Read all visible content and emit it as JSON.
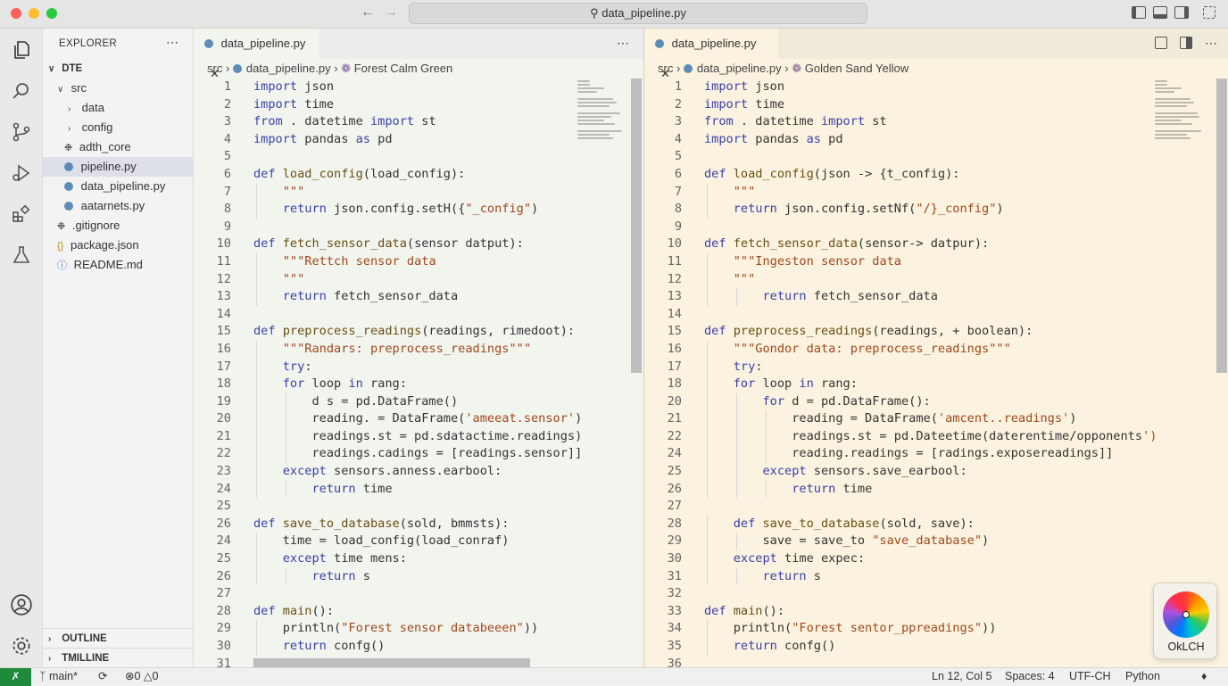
{
  "titlebar": {
    "search_text": "data_pipeline.py"
  },
  "sidebar": {
    "title": "EXPLORER",
    "root": "DTE",
    "items": [
      {
        "label": "src",
        "kind": "folder-open"
      },
      {
        "label": "data",
        "kind": "folder"
      },
      {
        "label": "config",
        "kind": "folder"
      },
      {
        "label": "adth_core",
        "kind": "file-gear"
      },
      {
        "label": "pipeline.py",
        "kind": "py"
      },
      {
        "label": "data_pipeline.py",
        "kind": "py"
      },
      {
        "label": "aatarnets.py",
        "kind": "py"
      },
      {
        "label": ".gitignore",
        "kind": "file-gear"
      },
      {
        "label": "package.json",
        "kind": "json"
      },
      {
        "label": "README.md",
        "kind": "info"
      }
    ],
    "outline": "OUTLINE",
    "timeline": "TMILLINE"
  },
  "editor_left": {
    "tab": "data_pipeline.py",
    "crumb_src": "src",
    "crumb_file": "data_pipeline.py",
    "crumb_theme": "Forest Calm Green",
    "lines": [
      {
        "n": "1",
        "t": "import json"
      },
      {
        "n": "2",
        "t": "import time"
      },
      {
        "n": "3",
        "t": "from . datetime import st"
      },
      {
        "n": "4",
        "t": "import pandas as pd"
      },
      {
        "n": "5",
        "t": ""
      },
      {
        "n": "6",
        "t": "def load_config(load_config):"
      },
      {
        "n": "7",
        "t": "    \"\"\""
      },
      {
        "n": "8",
        "t": "    return json.config.setH({\"_config\")"
      },
      {
        "n": "9",
        "t": ""
      },
      {
        "n": "10",
        "t": "def fetch_sensor_data(sensor datput):"
      },
      {
        "n": "11",
        "t": "    \"\"\"Rettch sensor data"
      },
      {
        "n": "12",
        "t": "    \"\"\""
      },
      {
        "n": "13",
        "t": "    return fetch_sensor_data"
      },
      {
        "n": "14",
        "t": ""
      },
      {
        "n": "15",
        "t": "def preprocess_readings(readings, rimedoot):"
      },
      {
        "n": "16",
        "t": "    \"\"\"Randars: preprocess_readings\"\"\""
      },
      {
        "n": "17",
        "t": "    try:"
      },
      {
        "n": "18",
        "t": "    for loop in rang:"
      },
      {
        "n": "19",
        "t": "        d s = pd.DataFrame()"
      },
      {
        "n": "20",
        "t": "        reading. = DataFrame('ameeat.sensor')"
      },
      {
        "n": "21",
        "t": "        readings.st = pd.sdatactime.readings)"
      },
      {
        "n": "22",
        "t": "        readings.cadings = [readings.sensor]]"
      },
      {
        "n": "23",
        "t": "    except sensors.anness.earbool:"
      },
      {
        "n": "24",
        "t": "        return time"
      },
      {
        "n": "25",
        "t": ""
      },
      {
        "n": "26",
        "t": "def save_to_database(sold, bmmsts):"
      },
      {
        "n": "24",
        "t": "    time = load_config(load_conraf)"
      },
      {
        "n": "25",
        "t": "    except time mens:"
      },
      {
        "n": "26",
        "t": "        return s"
      },
      {
        "n": "27",
        "t": ""
      },
      {
        "n": "28",
        "t": "def main():"
      },
      {
        "n": "29",
        "t": "    println(\"Forest sensor databeeen\"))"
      },
      {
        "n": "30",
        "t": "    return confg()"
      },
      {
        "n": "31",
        "t": ""
      }
    ]
  },
  "editor_right": {
    "tab": "data_pipeline.py",
    "crumb_src": "src",
    "crumb_file": "data_pipeline.py",
    "crumb_theme": "Golden Sand Yellow",
    "lines": [
      {
        "n": "1",
        "t": "import json"
      },
      {
        "n": "2",
        "t": "import time"
      },
      {
        "n": "3",
        "t": "from . datetime import st"
      },
      {
        "n": "4",
        "t": "import pandas as pd"
      },
      {
        "n": "5",
        "t": ""
      },
      {
        "n": "6",
        "t": "def load_config(json -> {t_config):"
      },
      {
        "n": "7",
        "t": "    \"\"\""
      },
      {
        "n": "8",
        "t": "    return json.config.setNf(\"/}_config\")"
      },
      {
        "n": "9",
        "t": ""
      },
      {
        "n": "10",
        "t": "def fetch_sensor_data(sensor-> datpur):"
      },
      {
        "n": "11",
        "t": "    \"\"\"Ingeston sensor data"
      },
      {
        "n": "12",
        "t": "    \"\"\""
      },
      {
        "n": "13",
        "t": "        return fetch_sensor_data"
      },
      {
        "n": "14",
        "t": ""
      },
      {
        "n": "15",
        "t": "def preprocess_readings(readings, + boolean):"
      },
      {
        "n": "16",
        "t": "    \"\"\"Gondor data: preprocess_readings\"\"\""
      },
      {
        "n": "17",
        "t": "    try:"
      },
      {
        "n": "18",
        "t": "    for loop in rang:"
      },
      {
        "n": "20",
        "t": "        for d = pd.DataFrame():"
      },
      {
        "n": "21",
        "t": "            reading = DataFrame('amcent..readings')"
      },
      {
        "n": "22",
        "t": "            readings.st = pd.Dateetime(daterentime/opponents')"
      },
      {
        "n": "24",
        "t": "            reading.readings = [radings.exposereadings]]"
      },
      {
        "n": "25",
        "t": "        except sensors.save_earbool:"
      },
      {
        "n": "26",
        "t": "            return time"
      },
      {
        "n": "27",
        "t": ""
      },
      {
        "n": "28",
        "t": "    def save_to_database(sold, save):"
      },
      {
        "n": "29",
        "t": "        save = save_to \"save_database\")"
      },
      {
        "n": "30",
        "t": "    except time expec:"
      },
      {
        "n": "31",
        "t": "        return s"
      },
      {
        "n": "32",
        "t": ""
      },
      {
        "n": "33",
        "t": "def main():"
      },
      {
        "n": "34",
        "t": "    println(\"Forest sentor_ppreadings\"))"
      },
      {
        "n": "35",
        "t": "    return confg()"
      },
      {
        "n": "36",
        "t": ""
      }
    ]
  },
  "color_picker": {
    "label": "OkLCH"
  },
  "statusbar": {
    "branch": "main*",
    "problems_errors": "0",
    "problems_warnings": "0",
    "position": "Ln 12, Col 5",
    "spaces": "Spaces: 4",
    "encoding": "UTF-CH",
    "language": "Python"
  },
  "colors": {
    "remote_bg": "#1f8a3b",
    "left_editor_bg": "#f1f5ee",
    "right_editor_bg": "#fbf3df",
    "keyword": "#3a3fa8",
    "string": "#a0471d"
  }
}
